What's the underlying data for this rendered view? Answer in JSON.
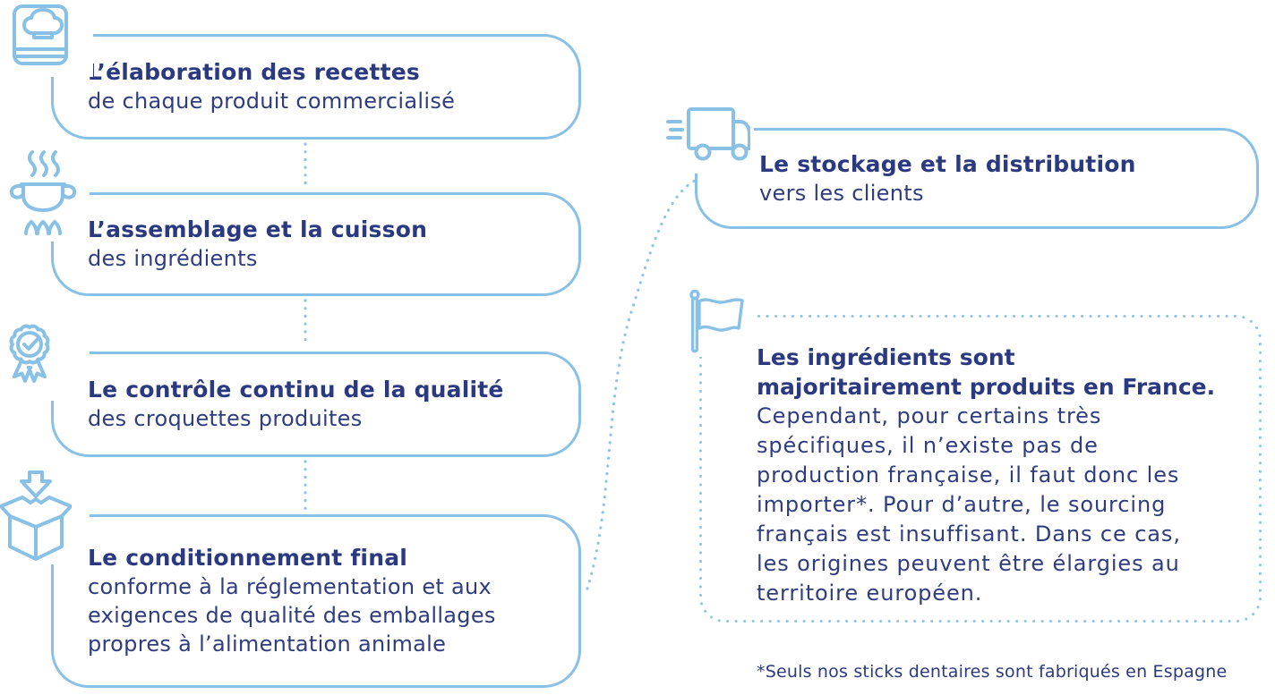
{
  "palette": {
    "line_blue": "#88C1E5",
    "dot_blue": "#8CC5EA",
    "navy": "#2B3980"
  },
  "steps": [
    {
      "icon": "recipe-book-icon",
      "title": "L’élaboration des recettes",
      "body": "de chaque produit commercialisé"
    },
    {
      "icon": "cooking-pot-icon",
      "title": "L’assemblage et la cuisson",
      "body": "des ingrédients"
    },
    {
      "icon": "quality-medal-icon",
      "title": "Le contrôle continu de la qualité",
      "body": "des croquettes produites"
    },
    {
      "icon": "packaging-box-icon",
      "title": "Le conditionnement final",
      "body": "conforme à la réglementation et aux exigences de qualité des emballages propres à l’alimentation animale"
    },
    {
      "icon": "delivery-truck-icon",
      "title": "Le stockage et la distribution",
      "body": "vers les clients"
    }
  ],
  "note": {
    "icon": "flag-icon",
    "title": "Les ingrédients sont majoritairement produits en France.",
    "body": "Cependant, pour certains très spécifiques, il n’existe pas de production française, il faut donc les importer*. Pour d’autre, le sourcing français est insuffisant. Dans ce cas, les origines peuvent être élargies au territoire européen."
  },
  "footnote": "*Seuls nos sticks dentaires sont fabriqués en Espagne"
}
